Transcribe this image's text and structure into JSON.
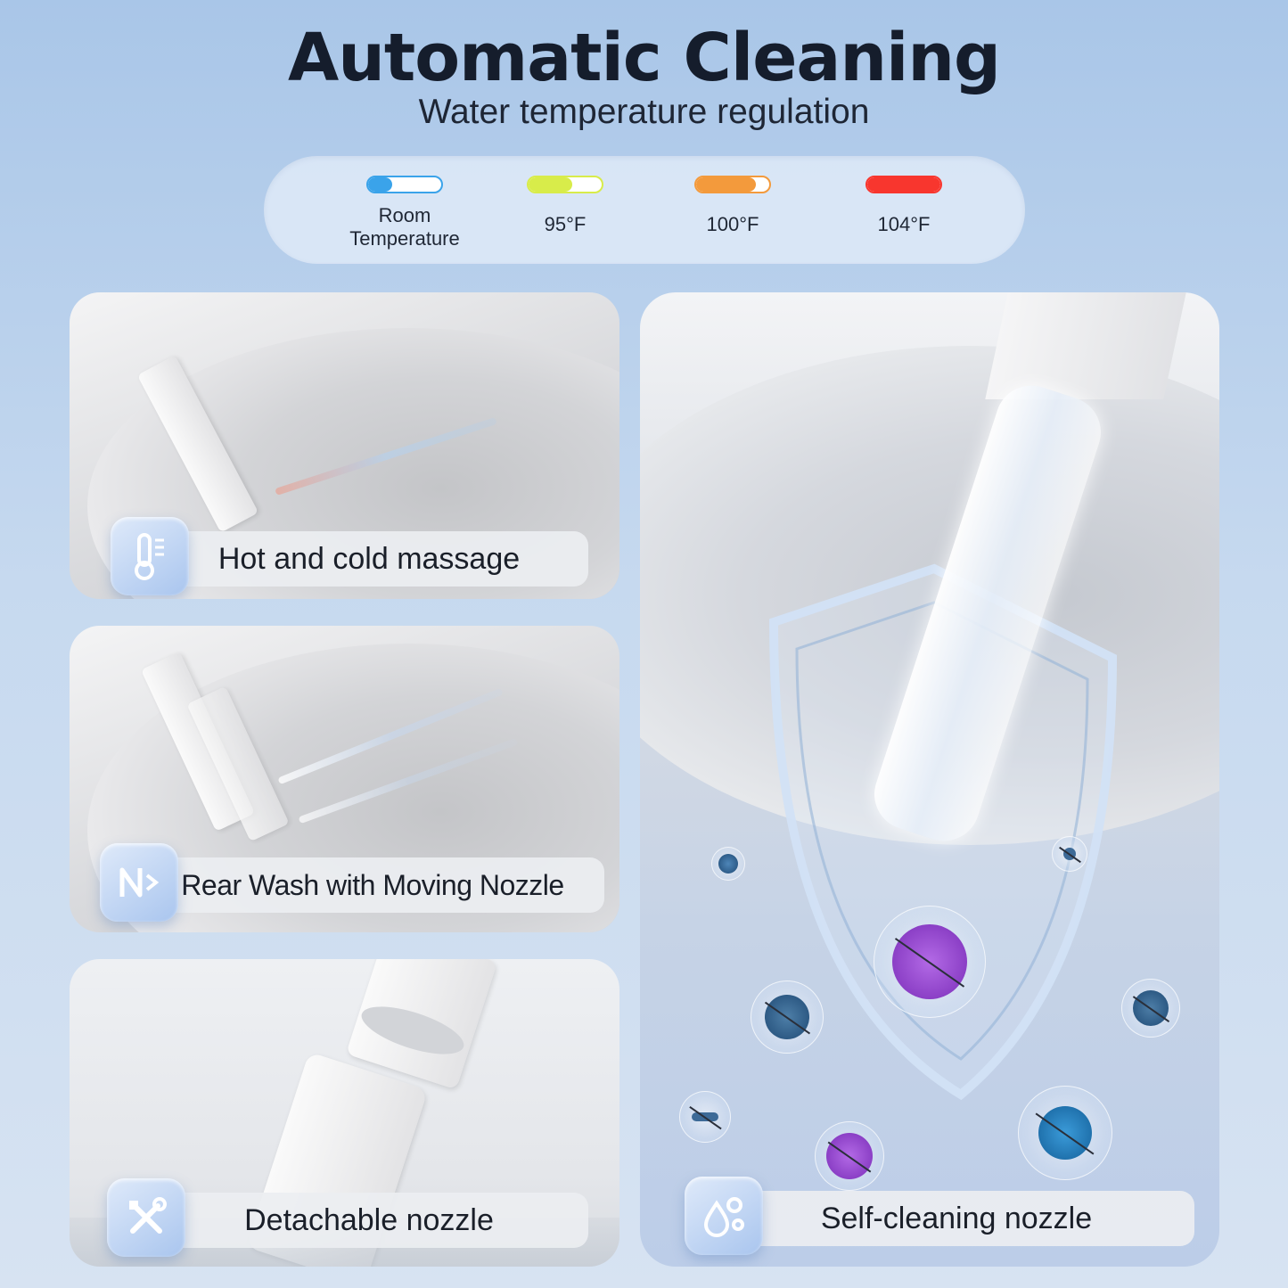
{
  "header": {
    "title": "Automatic Cleaning",
    "subtitle": "Water temperature regulation"
  },
  "temperature_levels": [
    {
      "label": "Room\nTemperature",
      "fill_fraction": 0.33,
      "color": "#3aa3ea"
    },
    {
      "label": "95°F",
      "fill_fraction": 0.6,
      "color": "#d8ec4a"
    },
    {
      "label": "100°F",
      "fill_fraction": 0.82,
      "color": "#f39a3c"
    },
    {
      "label": "104°F",
      "fill_fraction": 1.0,
      "color": "#f8362e"
    }
  ],
  "features": {
    "hot_cold": {
      "label": "Hot and cold massage",
      "icon": "thermometer-icon"
    },
    "rear_wash": {
      "label": "Rear Wash with Moving Nozzle",
      "icon": "moving-nozzle-icon"
    },
    "detachable": {
      "label": "Detachable nozzle",
      "icon": "tools-icon"
    },
    "self_cleaning": {
      "label": "Self-cleaning nozzle",
      "icon": "water-drops-icon"
    }
  }
}
